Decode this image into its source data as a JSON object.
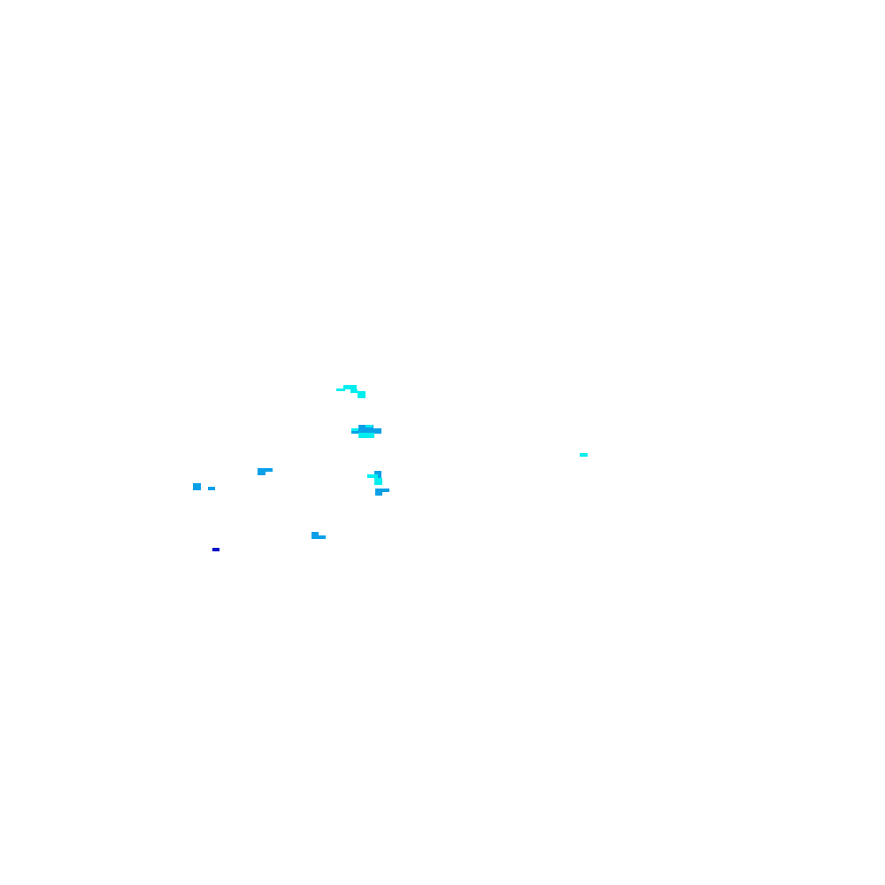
{
  "colors": {
    "background": "#ffffff",
    "cyan": "#00eeee",
    "sky_blue": "#0aa0e8",
    "dark_blue": "#1010c8"
  },
  "pixel_clusters": [
    {
      "name": "cluster-upper-arc",
      "color": "cyan"
    },
    {
      "name": "cluster-center-bar",
      "color": "sky_blue"
    },
    {
      "name": "cluster-center-glow",
      "color": "cyan"
    },
    {
      "name": "cluster-right-dot",
      "color": "cyan"
    },
    {
      "name": "cluster-left-dash",
      "color": "sky_blue"
    },
    {
      "name": "cluster-far-left-dots",
      "color": "sky_blue"
    },
    {
      "name": "cluster-mid-column",
      "color": "sky_blue"
    },
    {
      "name": "cluster-mid-column-glow",
      "color": "cyan"
    },
    {
      "name": "cluster-lower-dash",
      "color": "sky_blue"
    },
    {
      "name": "cluster-dark-mark",
      "color": "dark_blue"
    }
  ]
}
